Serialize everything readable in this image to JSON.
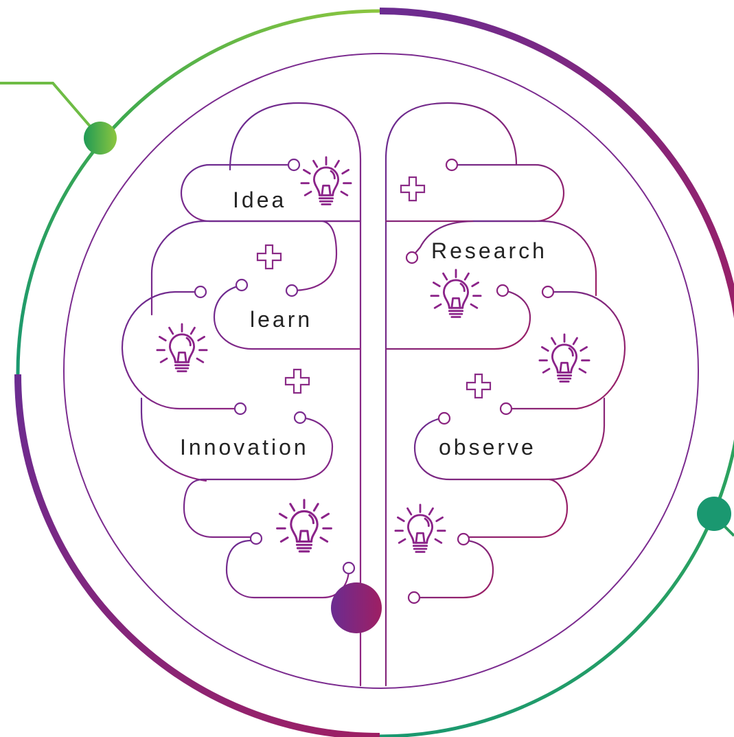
{
  "labels": {
    "idea": "Idea",
    "learn": "learn",
    "innovation": "Innovation",
    "research": "Research",
    "observe": "observe"
  },
  "icons": {
    "bulb": "lightbulb-icon",
    "plus": "plus-icon"
  },
  "colors": {
    "green_light": "#8cc63f",
    "green_dark": "#1a9870",
    "purple": "#6b2c91",
    "magenta": "#9e1f63",
    "line": "#7b2b8f"
  }
}
